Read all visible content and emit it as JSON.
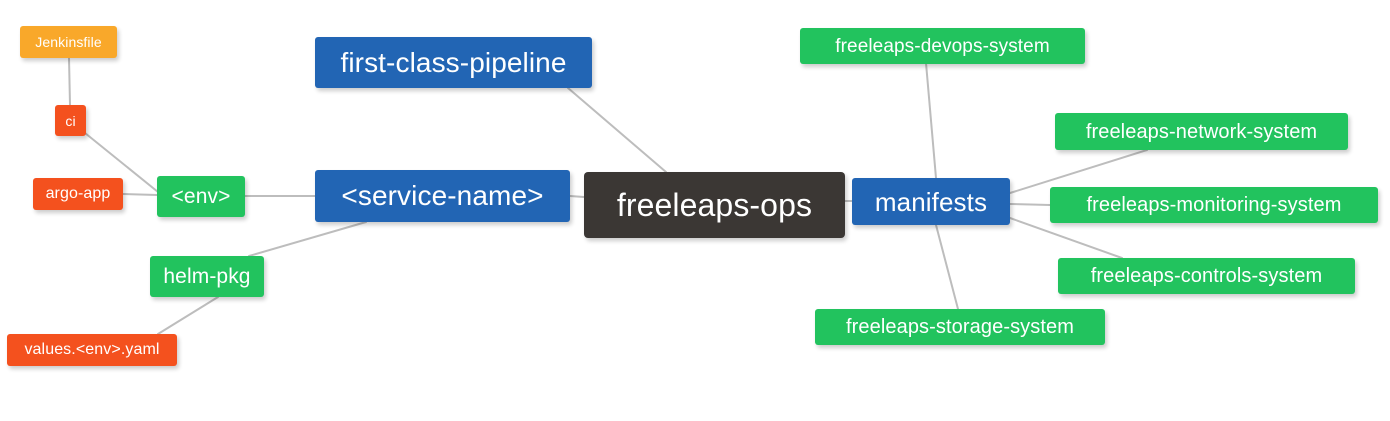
{
  "diagram": {
    "type": "mind-map",
    "title": "freeleaps-ops",
    "background": "#ffffff",
    "edge_color": "#bdbdbd",
    "palette": {
      "root": "#3b3734",
      "blue": "#2265b4",
      "green": "#22c35e",
      "red": "#f4511e",
      "amber": "#f9a82a"
    }
  },
  "nodes": [
    {
      "id": "jenkinsfile",
      "label": "Jenkinsfile",
      "color": "amber"
    },
    {
      "id": "ci",
      "label": "ci",
      "color": "red"
    },
    {
      "id": "argo-app",
      "label": "argo-app",
      "color": "red"
    },
    {
      "id": "env",
      "label": "<env>",
      "color": "green"
    },
    {
      "id": "helm-pkg",
      "label": "helm-pkg",
      "color": "green"
    },
    {
      "id": "values-yaml",
      "label": "values.<env>.yaml",
      "color": "red"
    },
    {
      "id": "first-class",
      "label": "first-class-pipeline",
      "color": "blue"
    },
    {
      "id": "service-name",
      "label": "<service-name>",
      "color": "blue"
    },
    {
      "id": "freeleaps-ops",
      "label": "freeleaps-ops",
      "color": "root"
    },
    {
      "id": "manifests",
      "label": "manifests",
      "color": "blue"
    },
    {
      "id": "devops-system",
      "label": "freeleaps-devops-system",
      "color": "green"
    },
    {
      "id": "network-system",
      "label": "freeleaps-network-system",
      "color": "green"
    },
    {
      "id": "monitoring-system",
      "label": "freeleaps-monitoring-system",
      "color": "green"
    },
    {
      "id": "controls-system",
      "label": "freeleaps-controls-system",
      "color": "green"
    },
    {
      "id": "storage-system",
      "label": "freeleaps-storage-system",
      "color": "green"
    }
  ],
  "edges": [
    {
      "from": "jenkinsfile",
      "to": "ci"
    },
    {
      "from": "ci",
      "to": "env"
    },
    {
      "from": "argo-app",
      "to": "env"
    },
    {
      "from": "env",
      "to": "service-name"
    },
    {
      "from": "values-yaml",
      "to": "helm-pkg"
    },
    {
      "from": "helm-pkg",
      "to": "service-name"
    },
    {
      "from": "first-class",
      "to": "freeleaps-ops"
    },
    {
      "from": "service-name",
      "to": "freeleaps-ops"
    },
    {
      "from": "freeleaps-ops",
      "to": "manifests"
    },
    {
      "from": "manifests",
      "to": "devops-system"
    },
    {
      "from": "manifests",
      "to": "network-system"
    },
    {
      "from": "manifests",
      "to": "monitoring-system"
    },
    {
      "from": "manifests",
      "to": "controls-system"
    },
    {
      "from": "manifests",
      "to": "storage-system"
    }
  ]
}
